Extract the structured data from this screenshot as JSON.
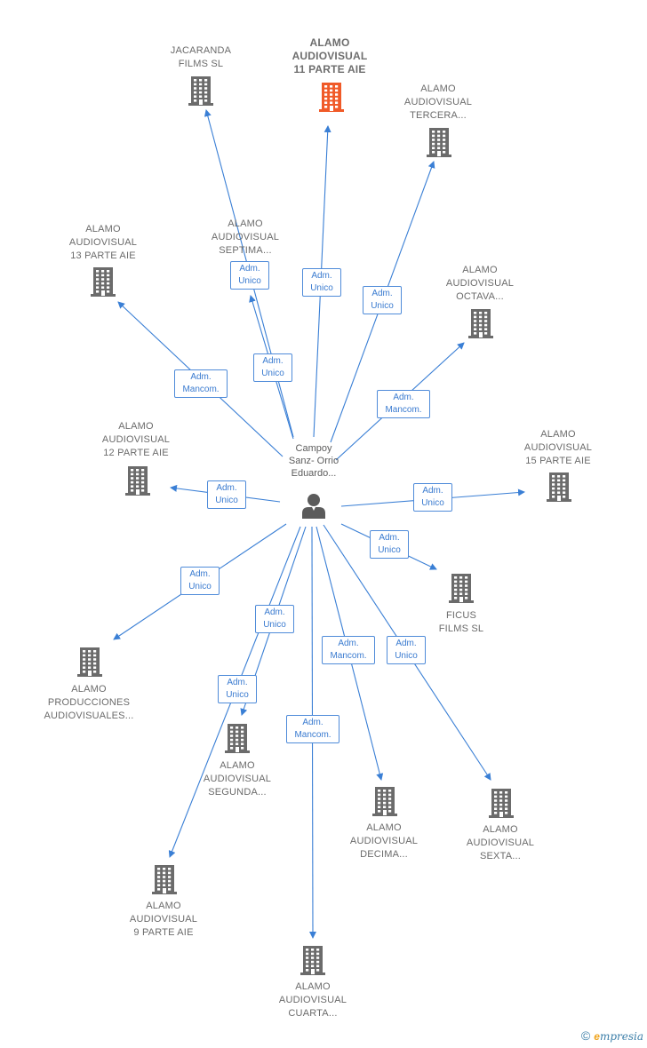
{
  "center": {
    "label": "Campoy\nSanz- Orrio\nEduardo..."
  },
  "nodes": [
    {
      "id": "jacaranda",
      "label": "JACARANDA\nFILMS  SL",
      "highlight": false
    },
    {
      "id": "alamo11",
      "label": "ALAMO\nAUDIOVISUAL\n11 PARTE AIE",
      "highlight": true
    },
    {
      "id": "tercera",
      "label": "ALAMO\nAUDIOVISUAL\nTERCERA...",
      "highlight": false
    },
    {
      "id": "alamo13",
      "label": "ALAMO\nAUDIOVISUAL\n13 PARTE AIE",
      "highlight": false
    },
    {
      "id": "septima",
      "label": "ALAMO\nAUDIOVISUAL\nSEPTIMA...",
      "highlight": false
    },
    {
      "id": "octava",
      "label": "ALAMO\nAUDIOVISUAL\nOCTAVA...",
      "highlight": false
    },
    {
      "id": "alamo12",
      "label": "ALAMO\nAUDIOVISUAL\n12 PARTE AIE",
      "highlight": false
    },
    {
      "id": "alamo15",
      "label": "ALAMO\nAUDIOVISUAL\n15 PARTE AIE",
      "highlight": false
    },
    {
      "id": "ficus",
      "label": "FICUS\nFILMS  SL",
      "highlight": false
    },
    {
      "id": "producciones",
      "label": "ALAMO\nPRODUCCIONES\nAUDIOVISUALES...",
      "highlight": false
    },
    {
      "id": "segunda",
      "label": "ALAMO\nAUDIOVISUAL\nSEGUNDA...",
      "highlight": false
    },
    {
      "id": "decima",
      "label": "ALAMO\nAUDIOVISUAL\nDECIMA...",
      "highlight": false
    },
    {
      "id": "sexta",
      "label": "ALAMO\nAUDIOVISUAL\nSEXTA...",
      "highlight": false
    },
    {
      "id": "alamo9",
      "label": "ALAMO\nAUDIOVISUAL\n9 PARTE AIE",
      "highlight": false
    },
    {
      "id": "cuarta",
      "label": "ALAMO\nAUDIOVISUAL\nCUARTA...",
      "highlight": false
    }
  ],
  "edges": [
    {
      "to": "jacaranda",
      "label": "Adm.\nUnico"
    },
    {
      "to": "alamo11",
      "label": "Adm.\nUnico"
    },
    {
      "to": "tercera",
      "label": "Adm.\nUnico"
    },
    {
      "to": "septima",
      "label": "Adm.\nUnico"
    },
    {
      "to": "alamo13",
      "label": "Adm.\nMancom."
    },
    {
      "to": "octava",
      "label": "Adm.\nMancom."
    },
    {
      "to": "alamo12",
      "label": "Adm.\nUnico"
    },
    {
      "to": "alamo15",
      "label": "Adm.\nUnico"
    },
    {
      "to": "ficus",
      "label": "Adm.\nUnico"
    },
    {
      "to": "producciones",
      "label": "Adm.\nUnico"
    },
    {
      "to": "segunda",
      "label": "Adm.\nUnico"
    },
    {
      "to": "alamo9",
      "label": "Adm.\nUnico"
    },
    {
      "to": "decima",
      "label": "Adm.\nMancom."
    },
    {
      "to": "sexta",
      "label": "Adm.\nUnico"
    },
    {
      "to": "cuarta",
      "label": "Adm.\nMancom."
    }
  ],
  "colors": {
    "edge": "#3a7fd5",
    "building": "#6b6b6b",
    "building_highlight": "#f05a28",
    "person": "#5b5b5b"
  },
  "footer": {
    "copyright": "©",
    "brand_initial": "e",
    "brand_rest": "mpresia"
  }
}
